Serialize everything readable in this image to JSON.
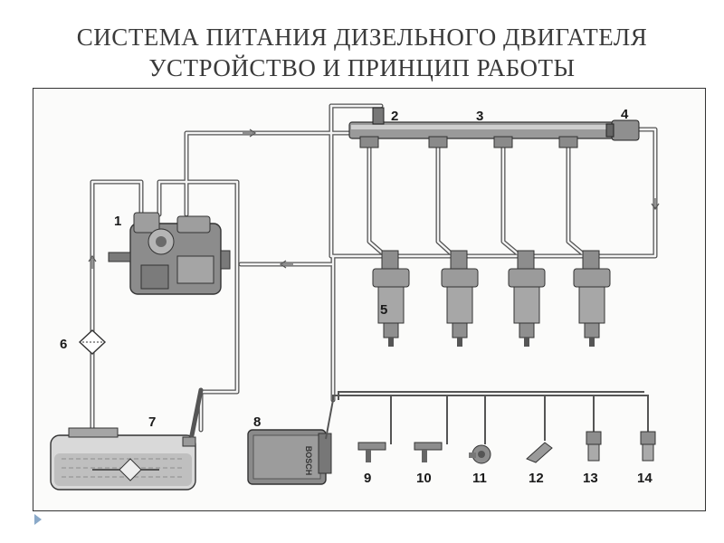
{
  "title": {
    "line1": "СИСТЕМА ПИТАНИЯ ДИЗЕЛЬНОГО ДВИГАТЕЛЯ",
    "line2": "УСТРОЙСТВО И ПРИНЦИП РАБОТЫ"
  },
  "diagram": {
    "labels": [
      "1",
      "2",
      "3",
      "4",
      "5",
      "6",
      "7",
      "8",
      "9",
      "10",
      "11",
      "12",
      "13",
      "14"
    ],
    "ecu_brand": "BOSCH"
  }
}
